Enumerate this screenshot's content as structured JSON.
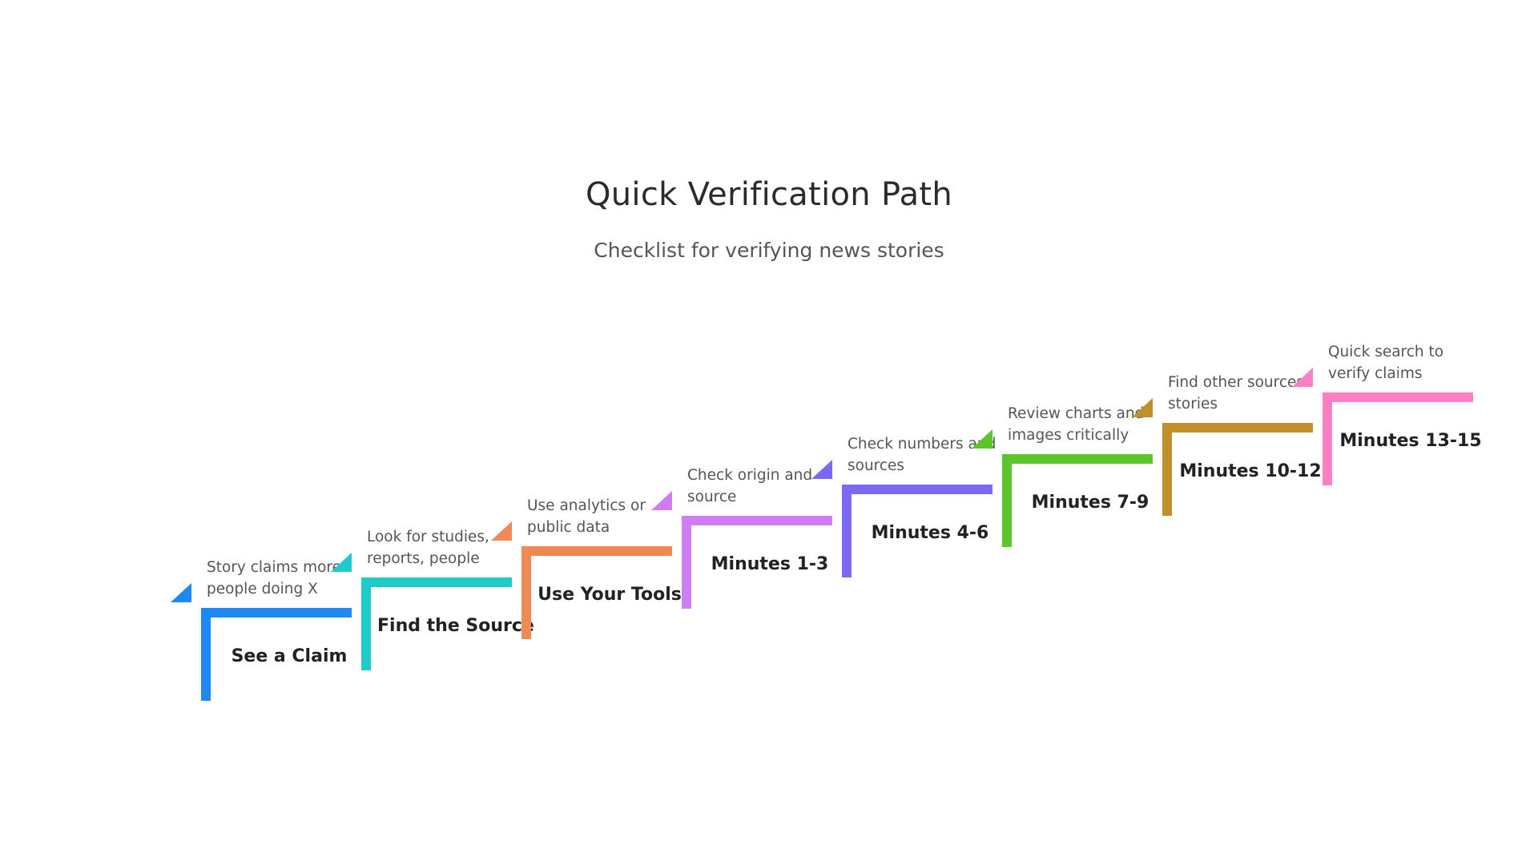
{
  "title": "Quick Verification Path",
  "subtitle": "Checklist for verifying news stories",
  "steps": [
    {
      "label": "See a Claim",
      "description": "Story claims more people doing X",
      "color": "#1e88f5"
    },
    {
      "label": "Find the Source",
      "description": "Look for studies, reports, people",
      "color": "#1ecbc8"
    },
    {
      "label": "Use Your Tools",
      "description": "Use analytics or public data",
      "color": "#f08a55"
    },
    {
      "label": "Minutes 1-3",
      "description": "Check origin and source",
      "color": "#d07cf5"
    },
    {
      "label": "Minutes 4-6",
      "description": "Check numbers and sources",
      "color": "#7b68f5"
    },
    {
      "label": "Minutes 7-9",
      "description": "Review charts and images critically",
      "color": "#5dc42b"
    },
    {
      "label": "Minutes 10-12",
      "description": "Find other sources' stories",
      "color": "#c0902a"
    },
    {
      "label": "Minutes 13-15",
      "description": "Quick search to verify claims",
      "color": "#ff7fc4"
    }
  ]
}
